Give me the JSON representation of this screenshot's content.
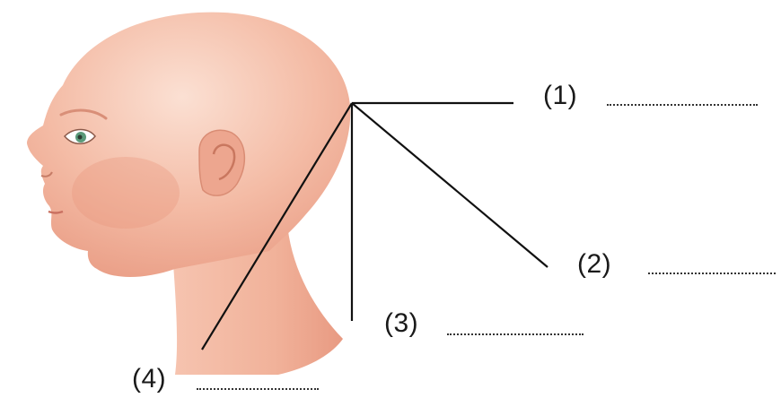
{
  "labels": {
    "l1": "(1)",
    "l2": "(2)",
    "l3": "(3)",
    "l4": "(4)"
  },
  "colors": {
    "skin": "#f2b49c",
    "skin_light": "#f8d2c2",
    "skin_shadow": "#e79a82",
    "line": "#111111"
  }
}
